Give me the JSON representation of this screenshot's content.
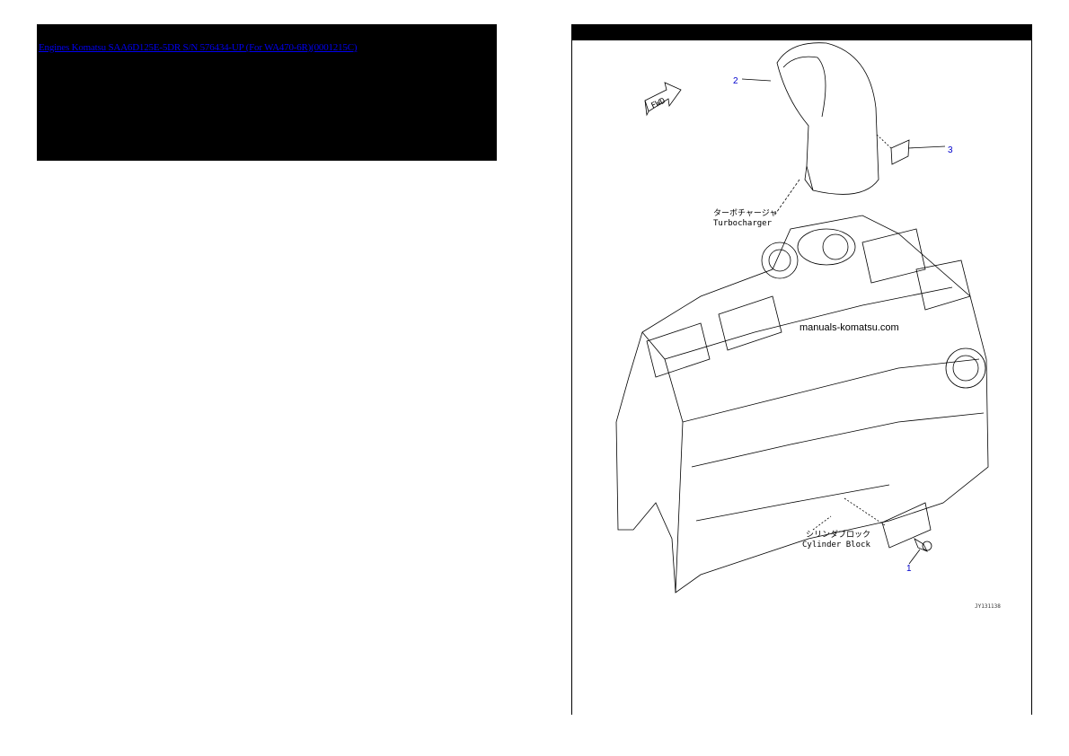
{
  "breadcrumb": {
    "link1": "Engines Komatsu",
    "link2": "SAA6D125E-5DR S/N 576434-UP (For WA470-6R)(0001215C)"
  },
  "diagram": {
    "callouts": [
      "1",
      "2",
      "3"
    ],
    "labels": {
      "turbocharger_jp": "ターボチャージャ",
      "turbocharger_en": "Turbocharger",
      "cylinder_block_jp": "シリンダブロック",
      "cylinder_block_en": "Cylinder Block",
      "fwd": "FWD",
      "watermark": "manuals-komatsu.com",
      "drawing_code": "JY131138"
    }
  }
}
